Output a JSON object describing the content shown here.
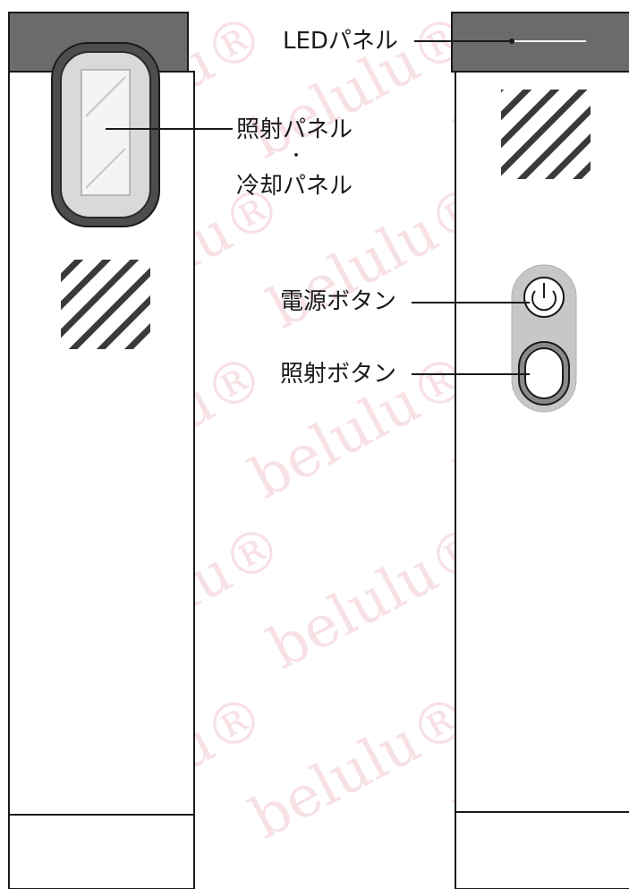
{
  "labels": {
    "led_panel": "LEDパネル",
    "irradiation_panel": "照射パネル",
    "separator": "・",
    "cooling_panel": "冷却パネル",
    "power_button": "電源ボタン",
    "irradiation_button": "照射ボタン"
  },
  "watermark": {
    "text": "belulu",
    "registered_mark": "®"
  },
  "colors": {
    "outline": "#1a1a1a",
    "head_dark": "#6b6b6b",
    "button_ring": "#c7c7c7",
    "watermark": "#f2c9cf"
  }
}
